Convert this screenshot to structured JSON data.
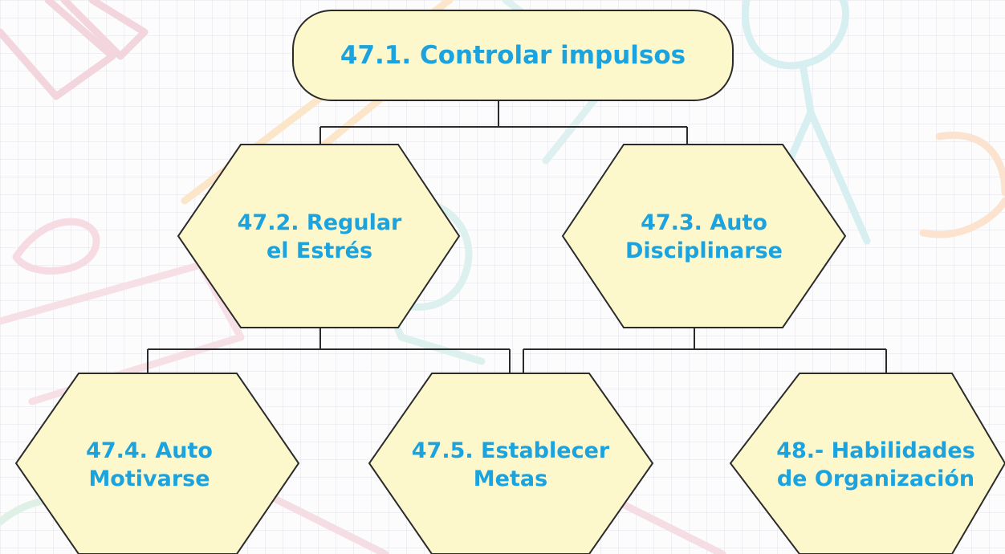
{
  "colors": {
    "node_fill": "#fdf7cc",
    "node_stroke": "#2b2b2b",
    "label_text": "#1aa3de",
    "connector": "#2b2b2b"
  },
  "nodes": {
    "root": {
      "label": "47.1. Controlar impulsos",
      "shape": "rounded-rectangle"
    },
    "regular_estres": {
      "label": "47.2. Regular\nel Estrés",
      "shape": "hexagon"
    },
    "auto_disciplinarse": {
      "label": "47.3. Auto\nDisciplinarse",
      "shape": "hexagon"
    },
    "auto_motivarse": {
      "label": "47.4. Auto\nMotivarse",
      "shape": "hexagon"
    },
    "establecer_metas": {
      "label": "47.5. Establecer\nMetas",
      "shape": "hexagon"
    },
    "habilidades_organizacion": {
      "label": "48.- Habilidades\nde Organización",
      "shape": "hexagon"
    }
  },
  "edges": [
    {
      "from": "root",
      "to": "regular_estres"
    },
    {
      "from": "root",
      "to": "auto_disciplinarse"
    },
    {
      "from": "regular_estres",
      "to": "auto_motivarse"
    },
    {
      "from": "regular_estres",
      "to": "establecer_metas"
    },
    {
      "from": "auto_disciplinarse",
      "to": "establecer_metas"
    },
    {
      "from": "auto_disciplinarse",
      "to": "habilidades_organizacion"
    }
  ]
}
